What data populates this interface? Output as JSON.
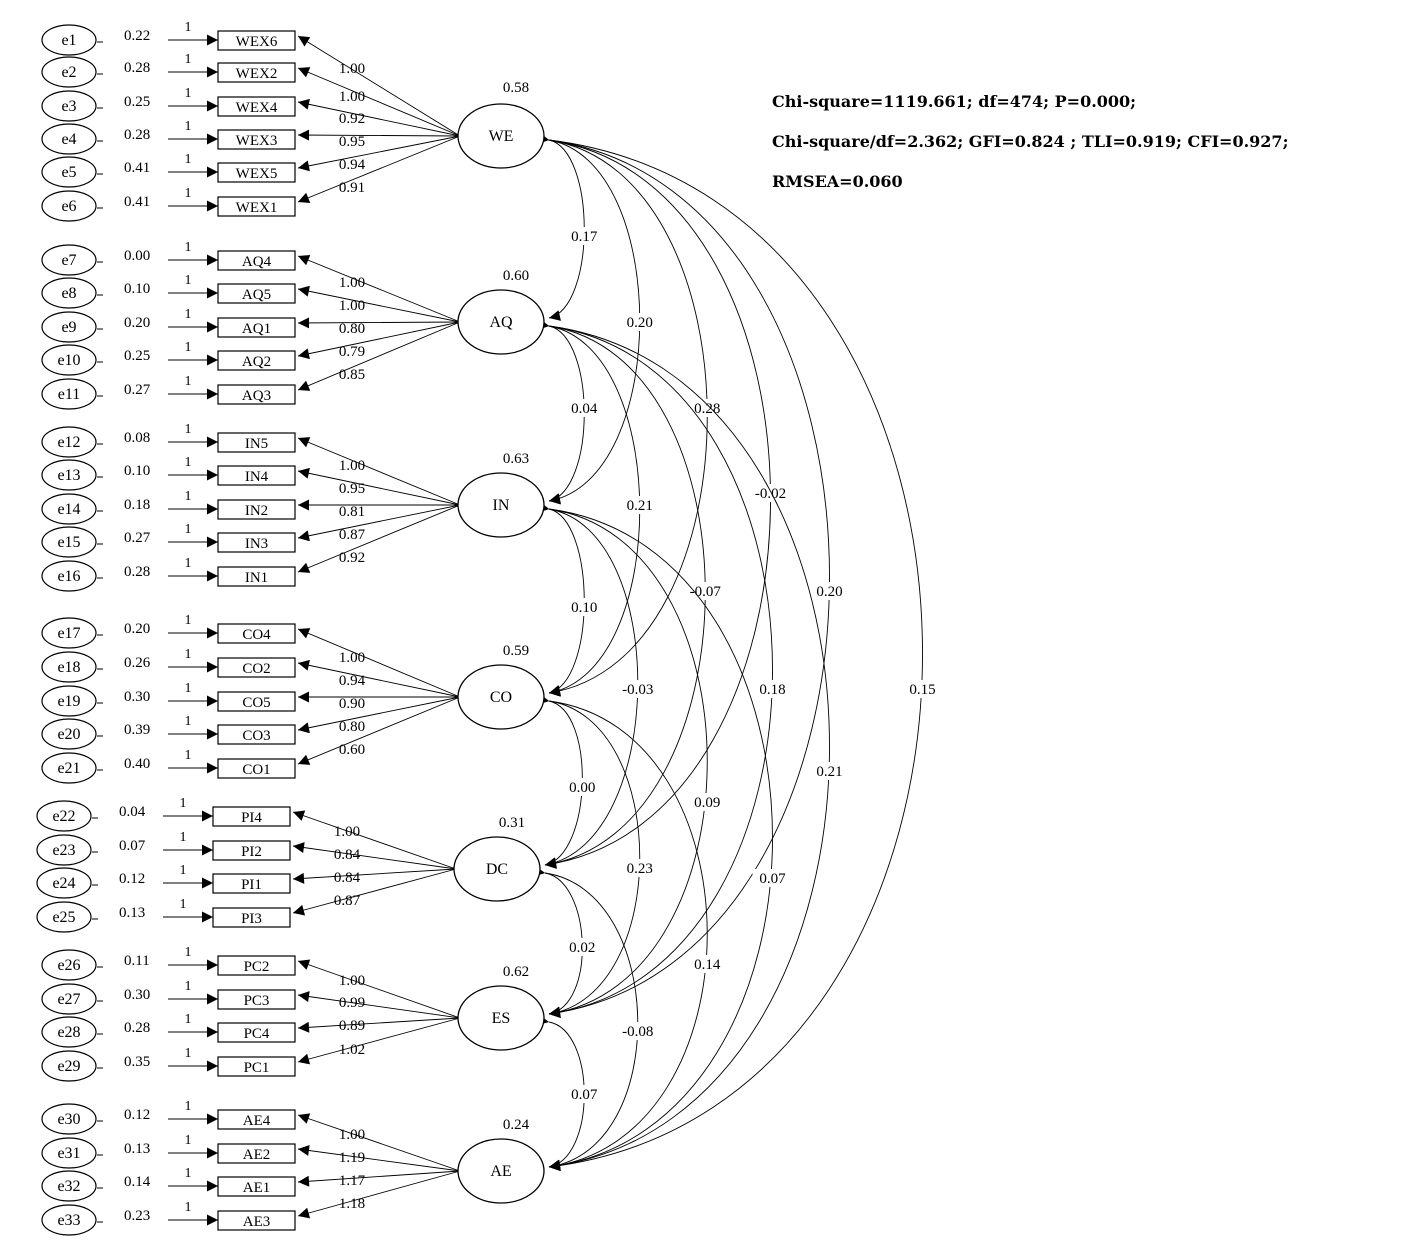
{
  "diagram_data": {
    "factors": [
      {
        "name": "WE",
        "variance": "0.58",
        "indicators": [
          {
            "item": "WEX6",
            "error": "e1",
            "error_var": "0.22",
            "loading": "1.00"
          },
          {
            "item": "WEX2",
            "error": "e2",
            "error_var": "0.28",
            "loading": "1.00"
          },
          {
            "item": "WEX4",
            "error": "e3",
            "error_var": "0.25",
            "loading": "0.92"
          },
          {
            "item": "WEX3",
            "error": "e4",
            "error_var": "0.28",
            "loading": "0.95"
          },
          {
            "item": "WEX5",
            "error": "e5",
            "error_var": "0.41",
            "loading": "0.94"
          },
          {
            "item": "WEX1",
            "error": "e6",
            "error_var": "0.41",
            "loading": "0.91"
          }
        ]
      },
      {
        "name": "AQ",
        "variance": "0.60",
        "indicators": [
          {
            "item": "AQ4",
            "error": "e7",
            "error_var": "0.00",
            "loading": "1.00"
          },
          {
            "item": "AQ5",
            "error": "e8",
            "error_var": "0.10",
            "loading": "1.00"
          },
          {
            "item": "AQ1",
            "error": "e9",
            "error_var": "0.20",
            "loading": "0.80"
          },
          {
            "item": "AQ2",
            "error": "e10",
            "error_var": "0.25",
            "loading": "0.79"
          },
          {
            "item": "AQ3",
            "error": "e11",
            "error_var": "0.27",
            "loading": "0.85"
          }
        ]
      },
      {
        "name": "IN",
        "variance": "0.63",
        "indicators": [
          {
            "item": "IN5",
            "error": "e12",
            "error_var": "0.08",
            "loading": "1.00"
          },
          {
            "item": "IN4",
            "error": "e13",
            "error_var": "0.10",
            "loading": "0.95"
          },
          {
            "item": "IN2",
            "error": "e14",
            "error_var": "0.18",
            "loading": "0.81"
          },
          {
            "item": "IN3",
            "error": "e15",
            "error_var": "0.27",
            "loading": "0.87"
          },
          {
            "item": "IN1",
            "error": "e16",
            "error_var": "0.28",
            "loading": "0.92"
          }
        ]
      },
      {
        "name": "CO",
        "variance": "0.59",
        "indicators": [
          {
            "item": "CO4",
            "error": "e17",
            "error_var": "0.20",
            "loading": "1.00"
          },
          {
            "item": "CO2",
            "error": "e18",
            "error_var": "0.26",
            "loading": "0.94"
          },
          {
            "item": "CO5",
            "error": "e19",
            "error_var": "0.30",
            "loading": "0.90"
          },
          {
            "item": "CO3",
            "error": "e20",
            "error_var": "0.39",
            "loading": "0.80"
          },
          {
            "item": "CO1",
            "error": "e21",
            "error_var": "0.40",
            "loading": "0.60"
          }
        ]
      },
      {
        "name": "DC",
        "variance": "0.31",
        "indicators": [
          {
            "item": "PI4",
            "error": "e22",
            "error_var": "0.04",
            "loading": "1.00"
          },
          {
            "item": "PI2",
            "error": "e23",
            "error_var": "0.07",
            "loading": "0.84"
          },
          {
            "item": "PI1",
            "error": "e24",
            "error_var": "0.12",
            "loading": "0.84"
          },
          {
            "item": "PI3",
            "error": "e25",
            "error_var": "0.13",
            "loading": "0.87"
          }
        ]
      },
      {
        "name": "ES",
        "variance": "0.62",
        "indicators": [
          {
            "item": "PC2",
            "error": "e26",
            "error_var": "0.11",
            "loading": "1.00"
          },
          {
            "item": "PC3",
            "error": "e27",
            "error_var": "0.30",
            "loading": "0.99"
          },
          {
            "item": "PC4",
            "error": "e28",
            "error_var": "0.28",
            "loading": "0.89"
          },
          {
            "item": "PC1",
            "error": "e29",
            "error_var": "0.35",
            "loading": "1.02"
          }
        ]
      },
      {
        "name": "AE",
        "variance": "0.24",
        "indicators": [
          {
            "item": "AE4",
            "error": "e30",
            "error_var": "0.12",
            "loading": "1.00"
          },
          {
            "item": "AE2",
            "error": "e31",
            "error_var": "0.13",
            "loading": "1.19"
          },
          {
            "item": "AE1",
            "error": "e32",
            "error_var": "0.14",
            "loading": "1.17"
          },
          {
            "item": "AE3",
            "error": "e33",
            "error_var": "0.23",
            "loading": "1.18"
          }
        ]
      }
    ],
    "error_path_label": "1",
    "covariances": [
      {
        "from": "WE",
        "to": "AQ",
        "value": "0.17"
      },
      {
        "from": "WE",
        "to": "IN",
        "value": "0.20"
      },
      {
        "from": "WE",
        "to": "CO",
        "value": "0.28"
      },
      {
        "from": "WE",
        "to": "DC",
        "value": "-0.02"
      },
      {
        "from": "WE",
        "to": "ES",
        "value": "0.20"
      },
      {
        "from": "WE",
        "to": "AE",
        "value": "0.15"
      },
      {
        "from": "AQ",
        "to": "IN",
        "value": "0.04"
      },
      {
        "from": "AQ",
        "to": "CO",
        "value": "0.21"
      },
      {
        "from": "AQ",
        "to": "DC",
        "value": "-0.07"
      },
      {
        "from": "AQ",
        "to": "ES",
        "value": "0.18"
      },
      {
        "from": "AQ",
        "to": "AE",
        "value": "0.21"
      },
      {
        "from": "IN",
        "to": "CO",
        "value": "0.10"
      },
      {
        "from": "IN",
        "to": "DC",
        "value": "-0.03"
      },
      {
        "from": "IN",
        "to": "ES",
        "value": "0.09"
      },
      {
        "from": "IN",
        "to": "AE",
        "value": "0.07"
      },
      {
        "from": "CO",
        "to": "DC",
        "value": "0.00"
      },
      {
        "from": "CO",
        "to": "ES",
        "value": "0.23"
      },
      {
        "from": "CO",
        "to": "AE",
        "value": "0.14"
      },
      {
        "from": "DC",
        "to": "ES",
        "value": "0.02"
      },
      {
        "from": "DC",
        "to": "AE",
        "value": "-0.08"
      },
      {
        "from": "ES",
        "to": "AE",
        "value": "0.07"
      }
    ]
  },
  "fit": {
    "line1": "Chi-square=1119.661; df=474; P=0.000;",
    "line2": "Chi-square/df=2.362; GFI=0.824 ; TLI=0.919; CFI=0.927;",
    "line3": "RMSEA=0.060"
  }
}
